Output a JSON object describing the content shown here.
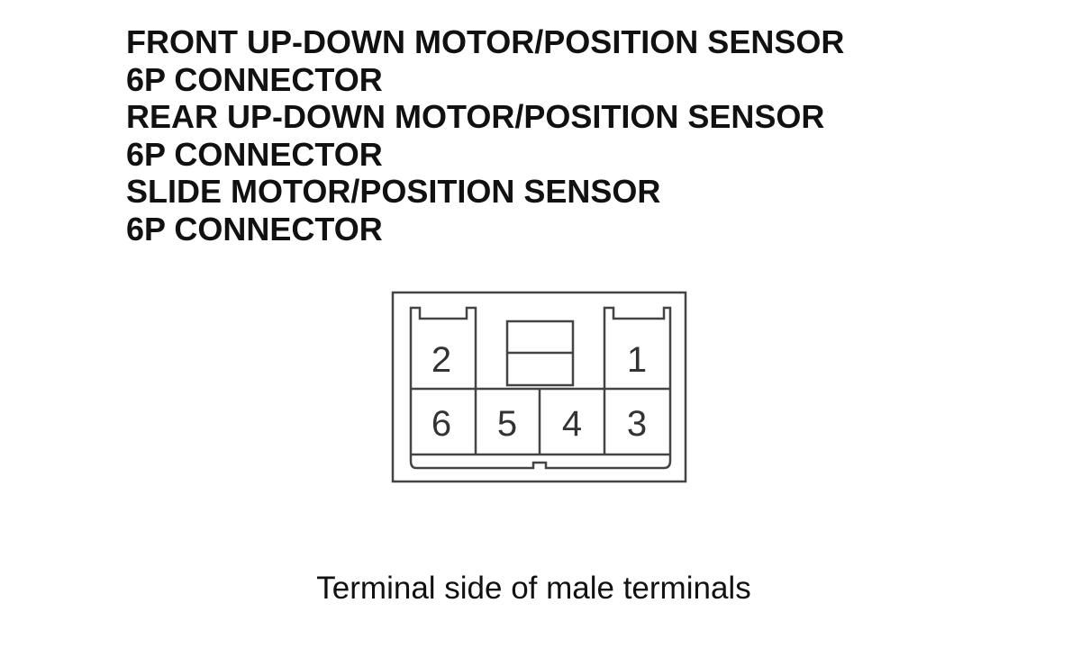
{
  "titles": [
    "FRONT UP-DOWN MOTOR/POSITION SENSOR",
    "6P CONNECTOR",
    "REAR UP-DOWN MOTOR/POSITION SENSOR",
    "6P CONNECTOR",
    "SLIDE MOTOR/POSITION SENSOR",
    "6P CONNECTOR"
  ],
  "connector": {
    "pins": [
      "2",
      "1",
      "6",
      "5",
      "4",
      "3"
    ]
  },
  "caption": "Terminal side of male terminals"
}
